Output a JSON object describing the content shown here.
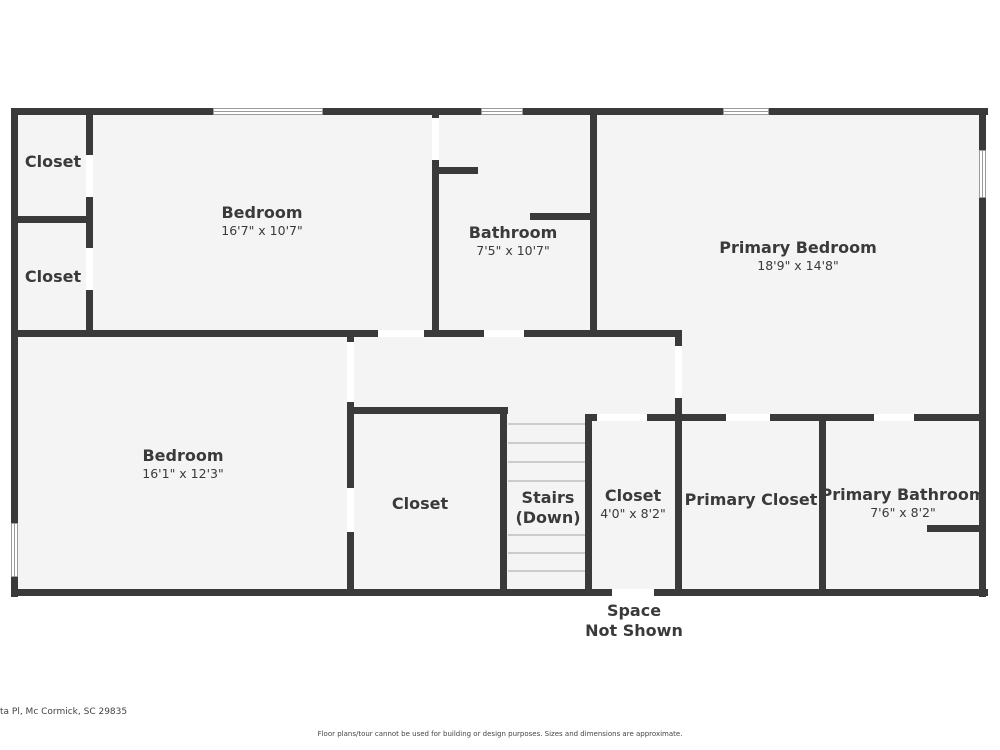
{
  "rooms": {
    "closet_top_left": {
      "name": "Closet"
    },
    "closet_mid_left": {
      "name": "Closet"
    },
    "bedroom_top": {
      "name": "Bedroom",
      "dimensions": "16'7\" x 10'7\""
    },
    "bathroom": {
      "name": "Bathroom",
      "dimensions": "7'5\" x 10'7\""
    },
    "primary_bedroom": {
      "name": "Primary Bedroom",
      "dimensions": "18'9\" x 14'8\""
    },
    "bedroom_bottom": {
      "name": "Bedroom",
      "dimensions": "16'1\" x 12'3\""
    },
    "closet_center": {
      "name": "Closet"
    },
    "stairs": {
      "line1": "Stairs",
      "line2": "(Down)"
    },
    "closet_small": {
      "name": "Closet",
      "dimensions": "4'0\" x 8'2\""
    },
    "primary_closet": {
      "name": "Primary Closet"
    },
    "primary_bathroom": {
      "name": "Primary Bathroom",
      "dimensions": "7'6\" x 8'2\""
    }
  },
  "annotations": {
    "space_not_shown_line1": "Space",
    "space_not_shown_line2": "Not Shown"
  },
  "footer": {
    "address": "ta Pl, Mc Cormick, SC 29835",
    "disclaimer": "Floor plans/tour cannot be used for building or design purposes. Sizes and dimensions are approximate."
  },
  "colors": {
    "wall": "#3a3a3a",
    "room_fill": "#f4f4f4",
    "background": "#ffffff"
  }
}
